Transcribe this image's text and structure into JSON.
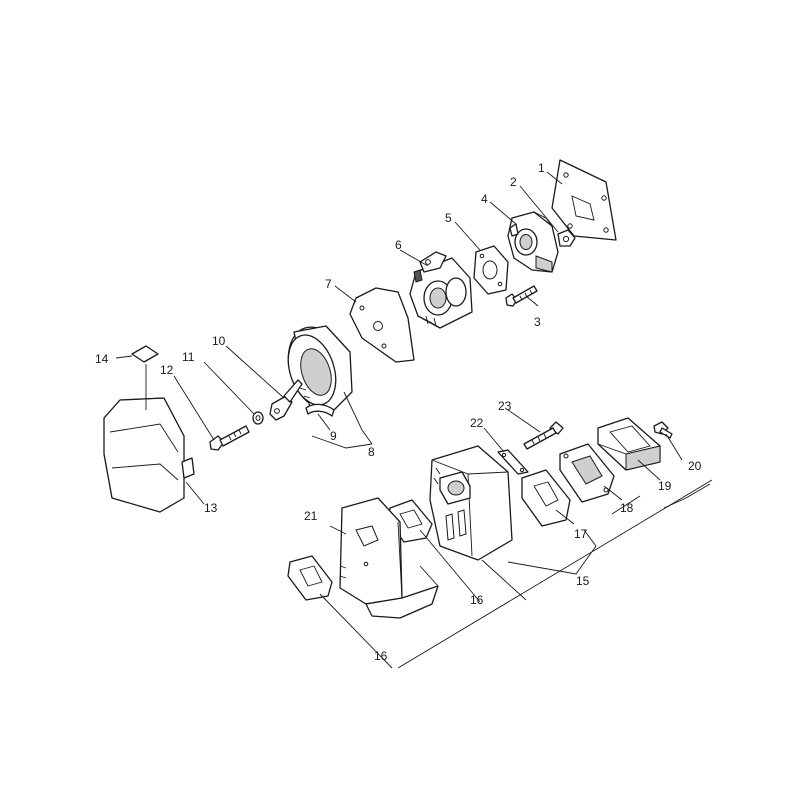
{
  "callouts": {
    "c1": "1",
    "c2": "2",
    "c3": "3",
    "c4": "4",
    "c5": "5",
    "c6": "6",
    "c7": "7",
    "c8": "8",
    "c9": "9",
    "c10": "10",
    "c11": "11",
    "c12": "12",
    "c13": "13",
    "c14": "14",
    "c15": "15",
    "c16a": "16",
    "c16b": "16",
    "c17": "17",
    "c18": "18",
    "c19": "19",
    "c20": "20",
    "c21": "21",
    "c22": "22",
    "c23": "23"
  },
  "colors": {
    "line": "#1a1a1a",
    "background": "#ffffff",
    "shading": "#cfcfcf"
  }
}
